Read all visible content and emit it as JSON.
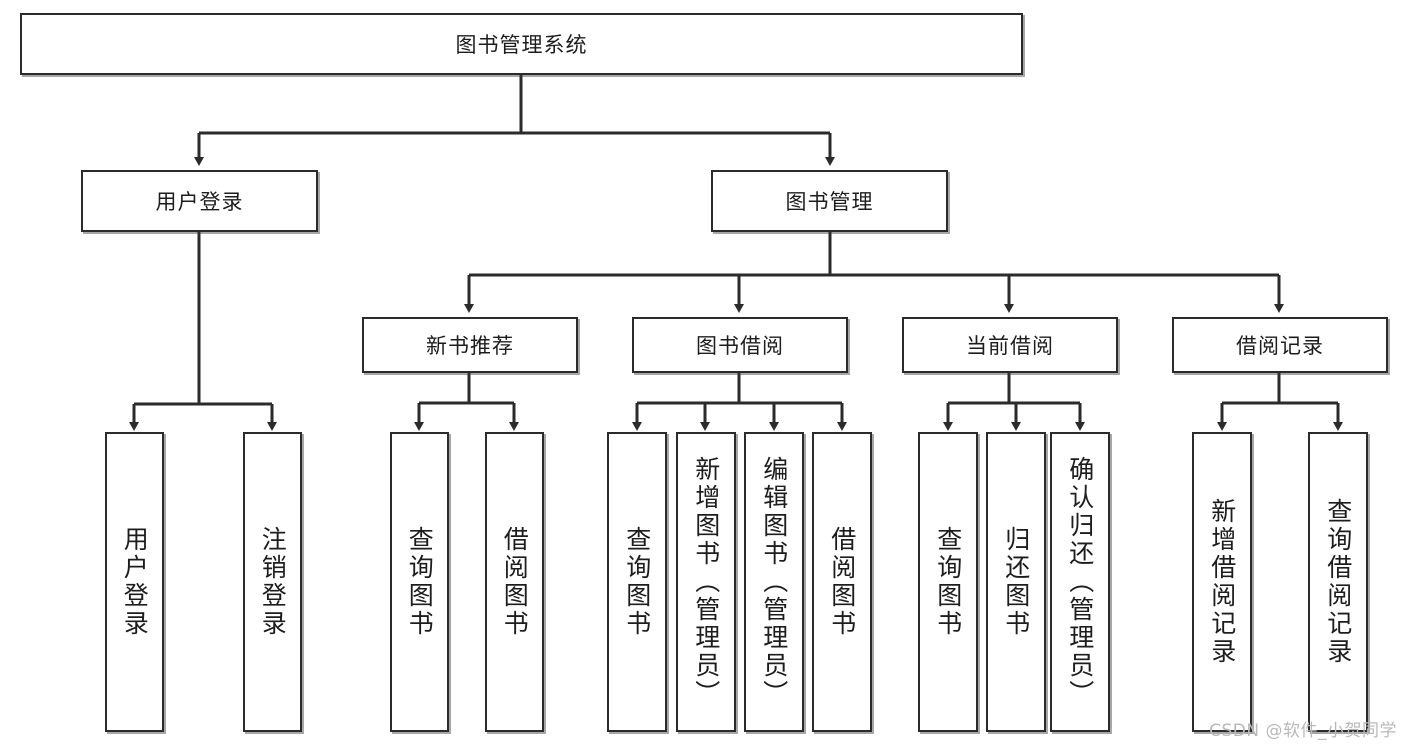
{
  "diagram": {
    "title_node": {
      "label": "图书管理系统"
    },
    "level2": [
      {
        "id": "user-login",
        "label": "用户登录"
      },
      {
        "id": "book-management",
        "label": "图书管理"
      }
    ],
    "level3": [
      {
        "id": "new-book-recommend",
        "label": "新书推荐"
      },
      {
        "id": "book-borrow",
        "label": "图书借阅"
      },
      {
        "id": "current-borrow",
        "label": "当前借阅"
      },
      {
        "id": "borrow-record",
        "label": "借阅记录"
      }
    ],
    "leaves": {
      "user_login": [
        {
          "id": "leaf-user-login",
          "label": "用户登录"
        },
        {
          "id": "leaf-logout-login",
          "label": "注销登录"
        }
      ],
      "new_book_recommend": [
        {
          "id": "leaf-query-book-1",
          "label": "查询图书"
        },
        {
          "id": "leaf-borrow-book-1",
          "label": "借阅图书"
        }
      ],
      "book_borrow": [
        {
          "id": "leaf-query-book-2",
          "label": "查询图书"
        },
        {
          "id": "leaf-add-book",
          "label": "新增图书（管理员）"
        },
        {
          "id": "leaf-edit-book",
          "label": "编辑图书（管理员）"
        },
        {
          "id": "leaf-borrow-book-2",
          "label": "借阅图书"
        }
      ],
      "current_borrow": [
        {
          "id": "leaf-query-book-3",
          "label": "查询图书"
        },
        {
          "id": "leaf-return-book",
          "label": "归还图书"
        },
        {
          "id": "leaf-confirm-return",
          "label": "确认归还（管理员）"
        }
      ],
      "borrow_record": [
        {
          "id": "leaf-add-record",
          "label": "新增借阅记录"
        },
        {
          "id": "leaf-query-record",
          "label": "查询借阅记录"
        }
      ]
    },
    "watermark": "CSDN @软件_小贺同学",
    "colors": {
      "stroke": "#2b2b2b",
      "fill": "#ffffff",
      "text": "#1d1d1d",
      "watermark": "#b9b9b9"
    }
  }
}
